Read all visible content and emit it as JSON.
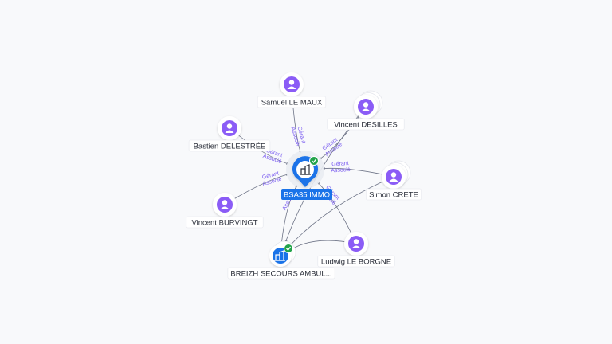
{
  "center": {
    "name": "BSA35 IMMO",
    "icon": "building-icon",
    "verified": true
  },
  "people": [
    {
      "id": "samuel",
      "name": "Samuel LE MAUX",
      "icon": "person-icon",
      "stacked": false
    },
    {
      "id": "vincent-d",
      "name": "Vincent DESILLES",
      "icon": "person-icon",
      "stacked": true
    },
    {
      "id": "bastien",
      "name": "Bastien DELESTRÉE",
      "icon": "person-icon",
      "stacked": false
    },
    {
      "id": "simon",
      "name": "Simon CRETE",
      "icon": "person-icon",
      "stacked": true
    },
    {
      "id": "vincent-b",
      "name": "Vincent BURVINGT",
      "icon": "person-icon",
      "stacked": false
    },
    {
      "id": "ludwig",
      "name": "Ludwig LE BORGNE",
      "icon": "person-icon",
      "stacked": false
    }
  ],
  "companies": [
    {
      "id": "breizh",
      "name": "BREIZH SECOURS AMBUL...",
      "icon": "building-icon",
      "verified": true
    }
  ],
  "edges": [
    {
      "from": "samuel",
      "to": "center",
      "labels": [
        "Gérant",
        "Associé"
      ]
    },
    {
      "from": "vincent-d",
      "to": "center",
      "labels": [
        "Gérant",
        "Associé"
      ]
    },
    {
      "from": "bastien",
      "to": "center",
      "labels": [
        "Gérant",
        "Associé"
      ]
    },
    {
      "from": "simon",
      "to": "center",
      "labels": [
        "Gérant",
        "Associé"
      ]
    },
    {
      "from": "vincent-b",
      "to": "center",
      "labels": [
        "Gérant",
        "Associé"
      ]
    },
    {
      "from": "ludwig",
      "to": "center",
      "labels": [
        "Gérant",
        "Associé"
      ]
    },
    {
      "from": "breizh",
      "to": "center",
      "labels": [
        "Associé"
      ]
    },
    {
      "from": "vincent-d",
      "to": "breizh",
      "labels": []
    },
    {
      "from": "simon",
      "to": "breizh",
      "labels": []
    },
    {
      "from": "ludwig",
      "to": "breizh",
      "labels": []
    }
  ],
  "colors": {
    "person": "#8b5cf6",
    "company": "#1a73e8",
    "verified": "#22a34a",
    "edge": "#6e7487",
    "edge_label": "#7a5cf0"
  }
}
